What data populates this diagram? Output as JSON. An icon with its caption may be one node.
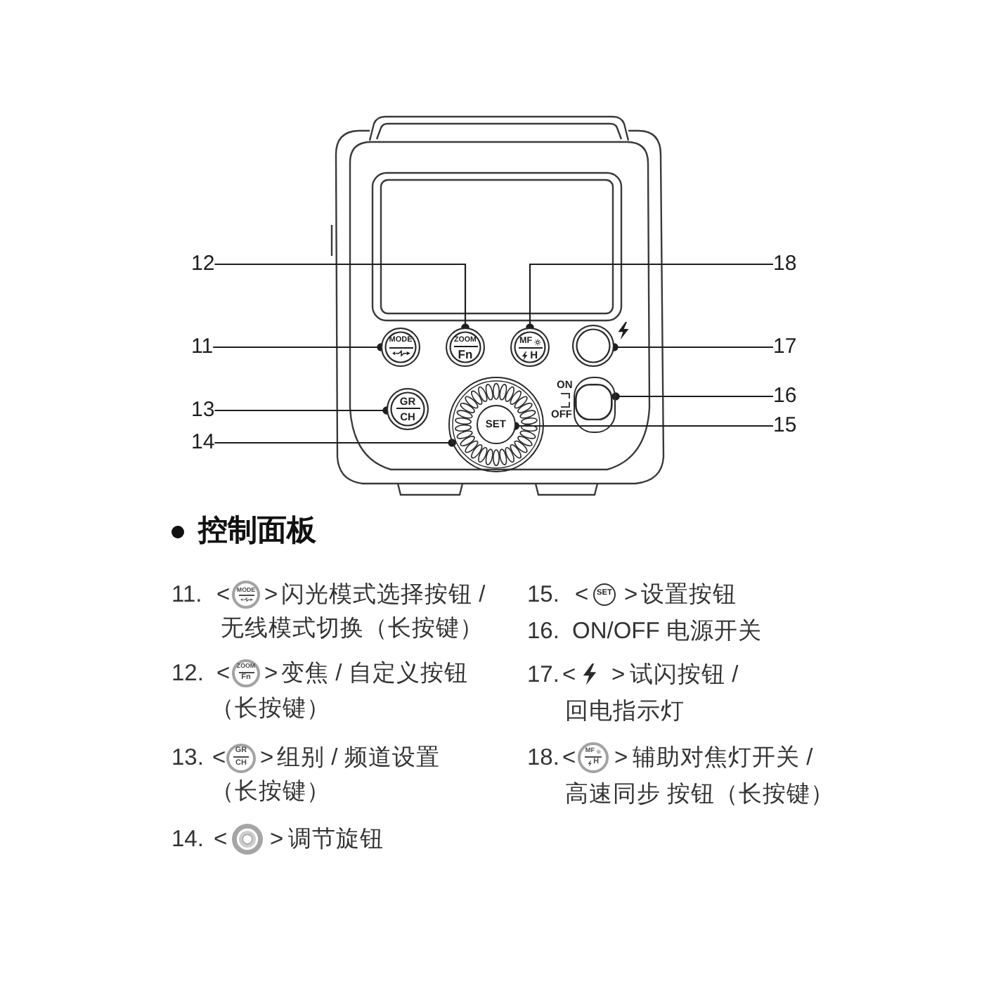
{
  "diagram": {
    "title": "控制面板",
    "nodes": [
      {
        "text": [
          "12"
        ]
      },
      {
        "text": [
          "18"
        ]
      },
      {
        "text": [
          "11"
        ]
      },
      {
        "text": [
          "MODE"
        ]
      },
      {
        "text": [
          "ZOOM",
          "Fn"
        ]
      },
      {
        "text": [
          "MF",
          "H"
        ]
      },
      {
        "text": [],
        "shape": "circle"
      },
      {
        "text": [
          "17"
        ]
      },
      {
        "text": [],
        "shape": "box",
        "beside": [
          "ON",
          "OFF"
        ]
      },
      {
        "text": [
          "16"
        ]
      },
      {
        "text": [
          "13"
        ]
      },
      {
        "text": [
          "GR",
          "CH"
        ]
      },
      {
        "text": [],
        "shape": "circle"
      },
      {
        "text": [
          "SET"
        ],
        "in": 12
      },
      {
        "text": [
          "15"
        ]
      },
      {
        "text": [
          "14"
        ]
      }
    ],
    "edges": [
      {
        "from": 0,
        "to": 4,
        "arrow": "other"
      },
      {
        "from": 1,
        "to": 5,
        "arrow": "other"
      },
      {
        "from": 2,
        "to": 3,
        "arrow": "other"
      },
      {
        "from": 7,
        "to": 6,
        "arrow": "other"
      },
      {
        "from": 9,
        "to": 8,
        "arrow": "other"
      },
      {
        "from": 10,
        "to": 11,
        "arrow": "other"
      },
      {
        "from": 14,
        "to": 13,
        "arrow": "other"
      },
      {
        "from": 15,
        "to": 12,
        "arrow": "other"
      }
    ],
    "labels": [
      "11.",
      "<",
      "MODE",
      ">",
      "闪光模式选择按钮 /",
      "无线模式切换（长按键）",
      "12.",
      "<",
      "ZOOM",
      "Fn",
      ">",
      "变焦 / 自定义按钮",
      "（长按键）",
      "13.",
      "<",
      "GR",
      "CH",
      ">",
      "组别 / 频道设置",
      "（长按键）",
      "14.",
      "<",
      ">",
      "调节旋钮",
      "15.",
      "<",
      "SET",
      ">",
      "设置按钮",
      "16.",
      "ON/OFF 电源开关",
      "17.",
      "<",
      ">",
      "试闪按钮 /",
      "回电指示灯",
      "18.",
      "<",
      "MF",
      "H",
      ">",
      "辅助对焦灯开关 /",
      "高速同步 按钮（长按键）"
    ]
  }
}
